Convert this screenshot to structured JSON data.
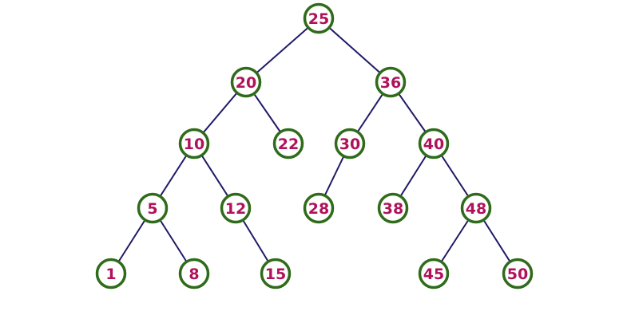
{
  "tree": {
    "nodes": [
      {
        "id": "n25",
        "value": "25"
      },
      {
        "id": "n20",
        "value": "20"
      },
      {
        "id": "n36",
        "value": "36"
      },
      {
        "id": "n10",
        "value": "10"
      },
      {
        "id": "n22",
        "value": "22"
      },
      {
        "id": "n30",
        "value": "30"
      },
      {
        "id": "n40",
        "value": "40"
      },
      {
        "id": "n5",
        "value": "5"
      },
      {
        "id": "n12",
        "value": "12"
      },
      {
        "id": "n28",
        "value": "28"
      },
      {
        "id": "n38",
        "value": "38"
      },
      {
        "id": "n48",
        "value": "48"
      },
      {
        "id": "n1",
        "value": "1"
      },
      {
        "id": "n8",
        "value": "8"
      },
      {
        "id": "n15",
        "value": "15"
      },
      {
        "id": "n45",
        "value": "45"
      },
      {
        "id": "n50",
        "value": "50"
      }
    ],
    "edges": [
      [
        "n25",
        "n20"
      ],
      [
        "n25",
        "n36"
      ],
      [
        "n20",
        "n10"
      ],
      [
        "n20",
        "n22"
      ],
      [
        "n36",
        "n30"
      ],
      [
        "n36",
        "n40"
      ],
      [
        "n10",
        "n5"
      ],
      [
        "n10",
        "n12"
      ],
      [
        "n30",
        "n28"
      ],
      [
        "n40",
        "n38"
      ],
      [
        "n40",
        "n48"
      ],
      [
        "n5",
        "n1"
      ],
      [
        "n5",
        "n8"
      ],
      [
        "n12",
        "n15"
      ],
      [
        "n48",
        "n45"
      ],
      [
        "n48",
        "n50"
      ]
    ],
    "colors": {
      "edge": "#1f1a66",
      "node_border": "#2f6b1a",
      "node_fill": "#ffffff",
      "label": "#b0125a"
    }
  }
}
